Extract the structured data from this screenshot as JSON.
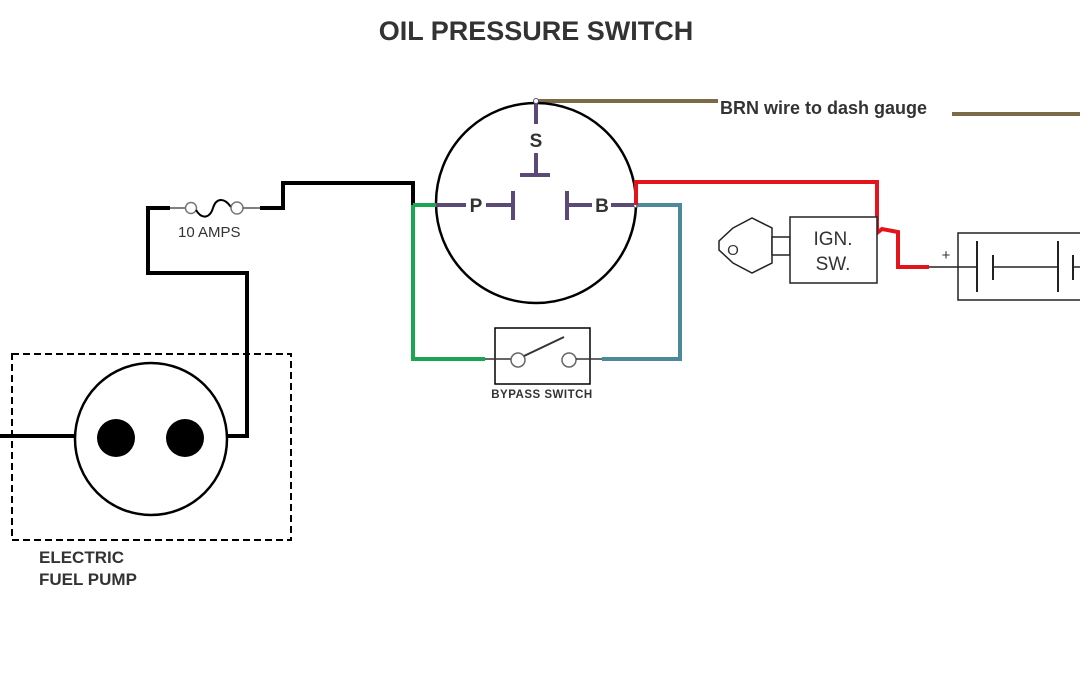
{
  "title": "OIL PRESSURE SWITCH",
  "components": {
    "oil_switch": {
      "terminals": {
        "s": "S",
        "p": "P",
        "b": "B"
      }
    },
    "fuse": {
      "label": "10 AMPS"
    },
    "ignition_switch": {
      "line1": "IGN.",
      "line2": "SW.",
      "key_symbol": "O"
    },
    "bypass_switch": {
      "label": "BYPASS SWITCH"
    },
    "fuel_pump": {
      "line1": "ELECTRIC",
      "line2": "FUEL PUMP"
    },
    "battery": {
      "polarity": "+"
    }
  },
  "annotations": {
    "brn_wire": "BRN wire to dash gauge"
  },
  "wire_colors": {
    "black": "#000000",
    "brown": "#7b6a47",
    "red": "#e3141b",
    "green": "#1aa553",
    "teal": "#4b8a99",
    "terminal_purple": "#5b4a78"
  }
}
